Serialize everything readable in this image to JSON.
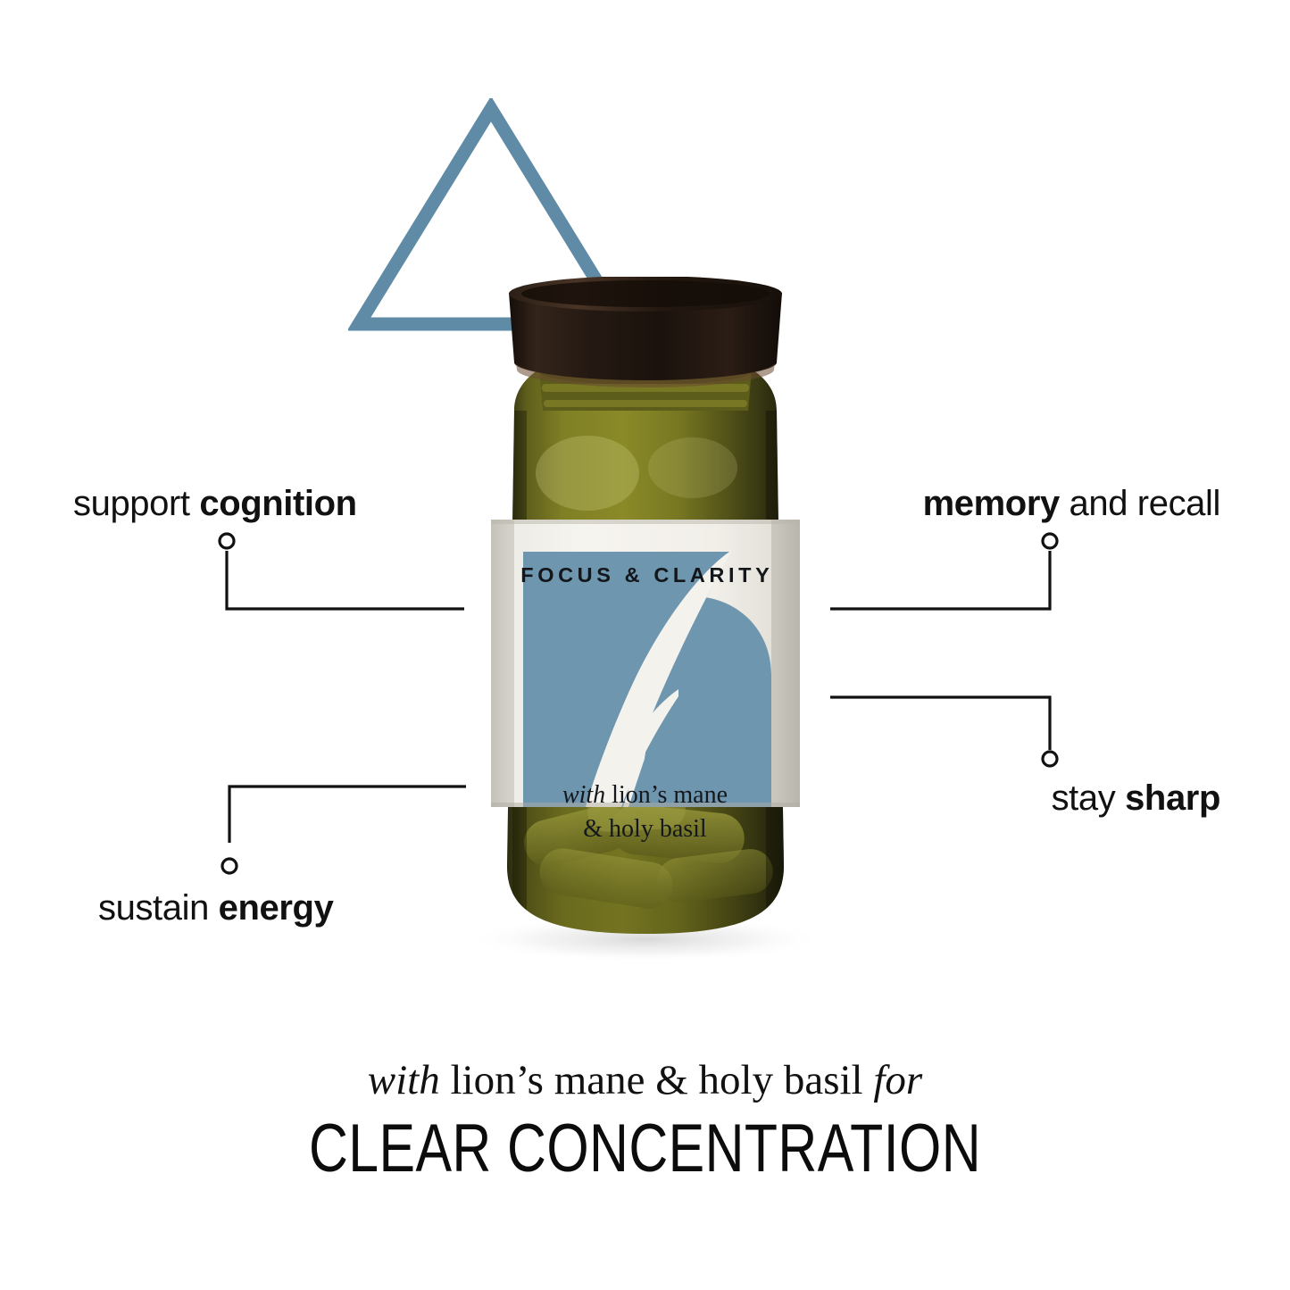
{
  "colors": {
    "accent_blue": "#6a92ac",
    "triangle_blue": "#5f8ba6",
    "glass_olive": "#6d6d1f",
    "cap_dark": "#20160f",
    "label_paper": "#f2f0eb",
    "text_dark": "#111111",
    "background": "#ffffff"
  },
  "decor": {
    "triangle_name": "triangle-outline"
  },
  "product": {
    "label": {
      "title": "FOCUS & CLARITY",
      "subtitle_line1_italic": "with",
      "subtitle_line1_rest": " lion’s mane",
      "subtitle_line2": "& holy basil",
      "mark_name": "swoosh-brand-mark"
    }
  },
  "callouts": [
    {
      "id": "cognition",
      "regular": "support ",
      "bold": "cognition",
      "side": "left"
    },
    {
      "id": "memory",
      "bold": "memory",
      "regular": " and recall",
      "side": "right"
    },
    {
      "id": "sharp",
      "regular": "stay ",
      "bold": "sharp",
      "side": "right"
    },
    {
      "id": "energy",
      "regular": "sustain ",
      "bold": "energy",
      "side": "left"
    }
  ],
  "footer": {
    "tagline_italic_start": "with",
    "tagline_middle": " lion’s mane & holy basil ",
    "tagline_italic_end": "for",
    "headline": "CLEAR CONCENTRATION"
  }
}
